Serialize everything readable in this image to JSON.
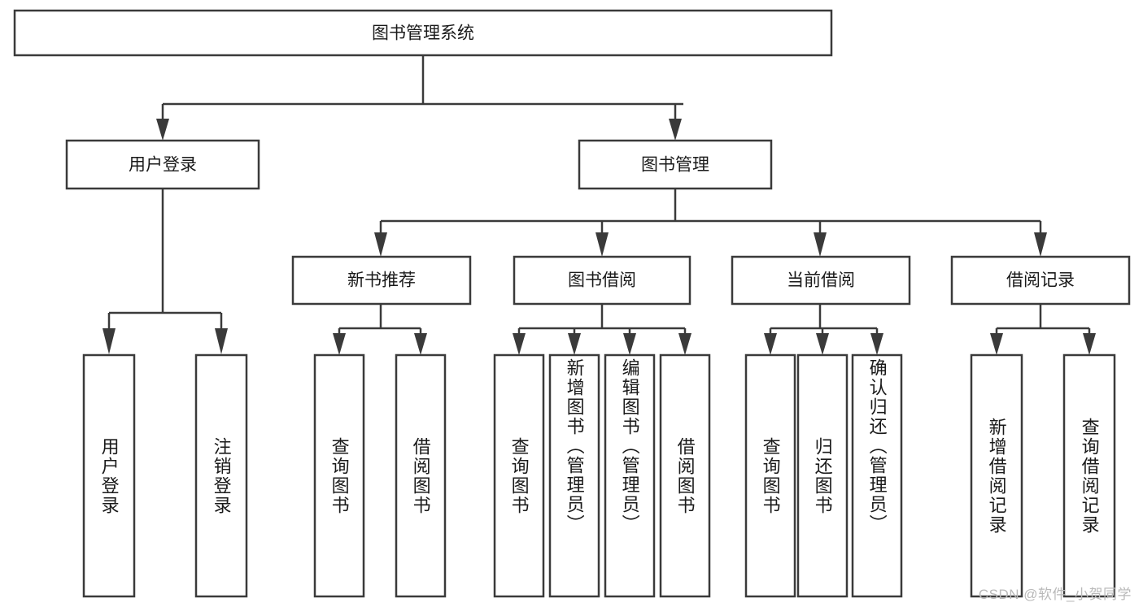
{
  "diagram": {
    "title_node": {
      "label": "图书管理系统"
    },
    "level2": [
      {
        "id": "user-login",
        "label": "用户登录"
      },
      {
        "id": "book-management",
        "label": "图书管理"
      }
    ],
    "level3": [
      {
        "id": "new-book-recommend",
        "label": "新书推荐"
      },
      {
        "id": "book-borrow",
        "label": "图书借阅"
      },
      {
        "id": "current-borrow",
        "label": "当前借阅"
      },
      {
        "id": "borrow-record",
        "label": "借阅记录"
      }
    ],
    "leaves": {
      "user_login": [
        {
          "id": "user-login-leaf",
          "label": "用户登录"
        },
        {
          "id": "logout-leaf",
          "label": "注销登录"
        }
      ],
      "new_book_recommend": [
        {
          "id": "query-book-1",
          "label": "查询图书"
        },
        {
          "id": "borrow-book-1",
          "label": "借阅图书"
        }
      ],
      "book_borrow": [
        {
          "id": "query-book-2",
          "label": "查询图书"
        },
        {
          "id": "add-book",
          "label": "新增图书（管理员）"
        },
        {
          "id": "edit-book",
          "label": "编辑图书（管理员）"
        },
        {
          "id": "borrow-book-2",
          "label": "借阅图书"
        }
      ],
      "current_borrow": [
        {
          "id": "query-book-3",
          "label": "查询图书"
        },
        {
          "id": "return-book",
          "label": "归还图书"
        },
        {
          "id": "confirm-return",
          "label": "确认归还（管理员）"
        }
      ],
      "borrow_record": [
        {
          "id": "add-borrow-record",
          "label": "新增借阅记录"
        },
        {
          "id": "query-borrow-record",
          "label": "查询借阅记录"
        }
      ]
    },
    "watermark": "CSDN @软件_小贺同学",
    "colors": {
      "stroke": "#3a3a3a",
      "fill": "#ffffff",
      "text": "#1a1a1a",
      "watermark": "#b9b9b9"
    }
  }
}
